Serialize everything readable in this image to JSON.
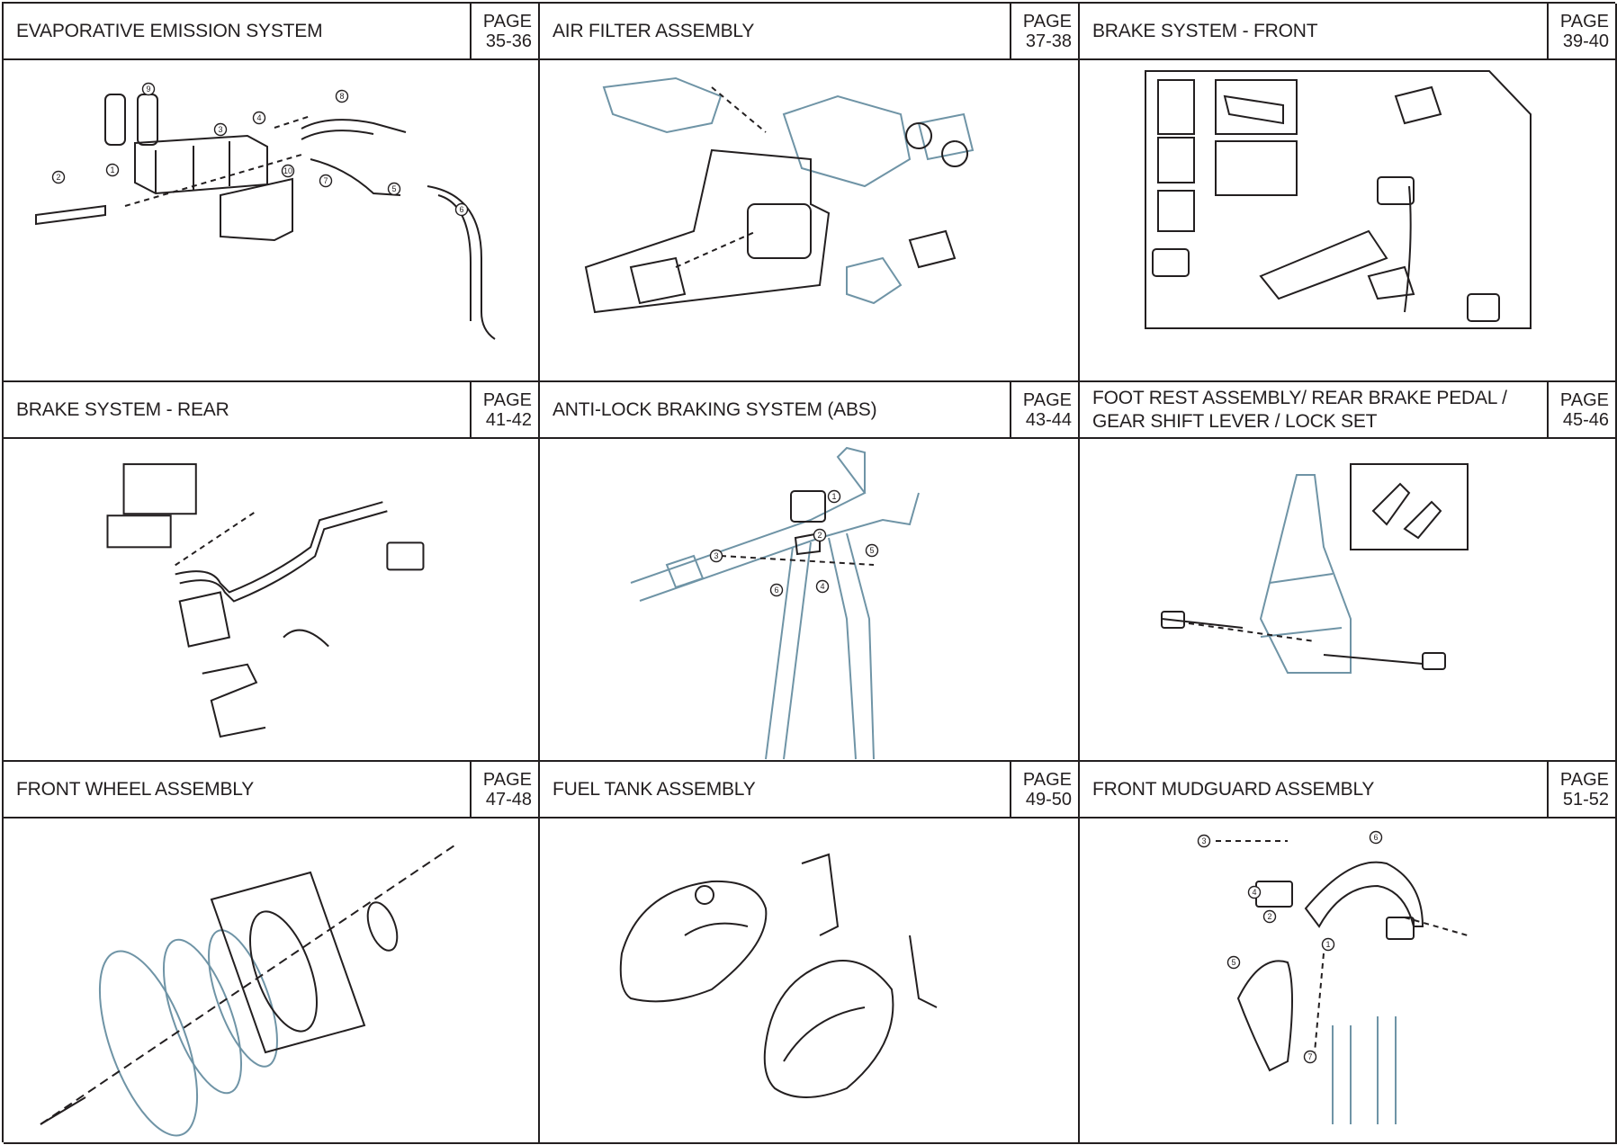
{
  "sections": [
    {
      "title": "EVAPORATIVE EMISSION SYSTEM",
      "page_label": "PAGE",
      "page_range": "35-36"
    },
    {
      "title": "AIR FILTER ASSEMBLY",
      "page_label": "PAGE",
      "page_range": "37-38"
    },
    {
      "title": "BRAKE SYSTEM - FRONT",
      "page_label": "PAGE",
      "page_range": "39-40"
    },
    {
      "title": "BRAKE SYSTEM - REAR",
      "page_label": "PAGE",
      "page_range": "41-42"
    },
    {
      "title": "ANTI-LOCK BRAKING SYSTEM (ABS)",
      "page_label": "PAGE",
      "page_range": "43-44"
    },
    {
      "title": "FOOT REST ASSEMBLY/ REAR BRAKE PEDAL /\nGEAR SHIFT LEVER / LOCK SET",
      "page_label": "PAGE",
      "page_range": "45-46"
    },
    {
      "title": "FRONT WHEEL ASSEMBLY",
      "page_label": "PAGE",
      "page_range": "47-48"
    },
    {
      "title": "FUEL TANK ASSEMBLY",
      "page_label": "PAGE",
      "page_range": "49-50"
    },
    {
      "title": "FRONT MUDGUARD ASSEMBLY",
      "page_label": "PAGE",
      "page_range": "51-52"
    }
  ],
  "callouts": {
    "evap": [
      "1",
      "2",
      "3",
      "4",
      "5",
      "6",
      "7",
      "8",
      "9",
      "10"
    ],
    "abs": [
      "1",
      "2",
      "3",
      "4",
      "5",
      "6"
    ],
    "mudguard": [
      "1",
      "2",
      "3",
      "4",
      "5",
      "6",
      "7"
    ]
  },
  "colors": {
    "line": "#231f20",
    "illustration_blue": "#6f94a6",
    "background": "#ffffff"
  }
}
